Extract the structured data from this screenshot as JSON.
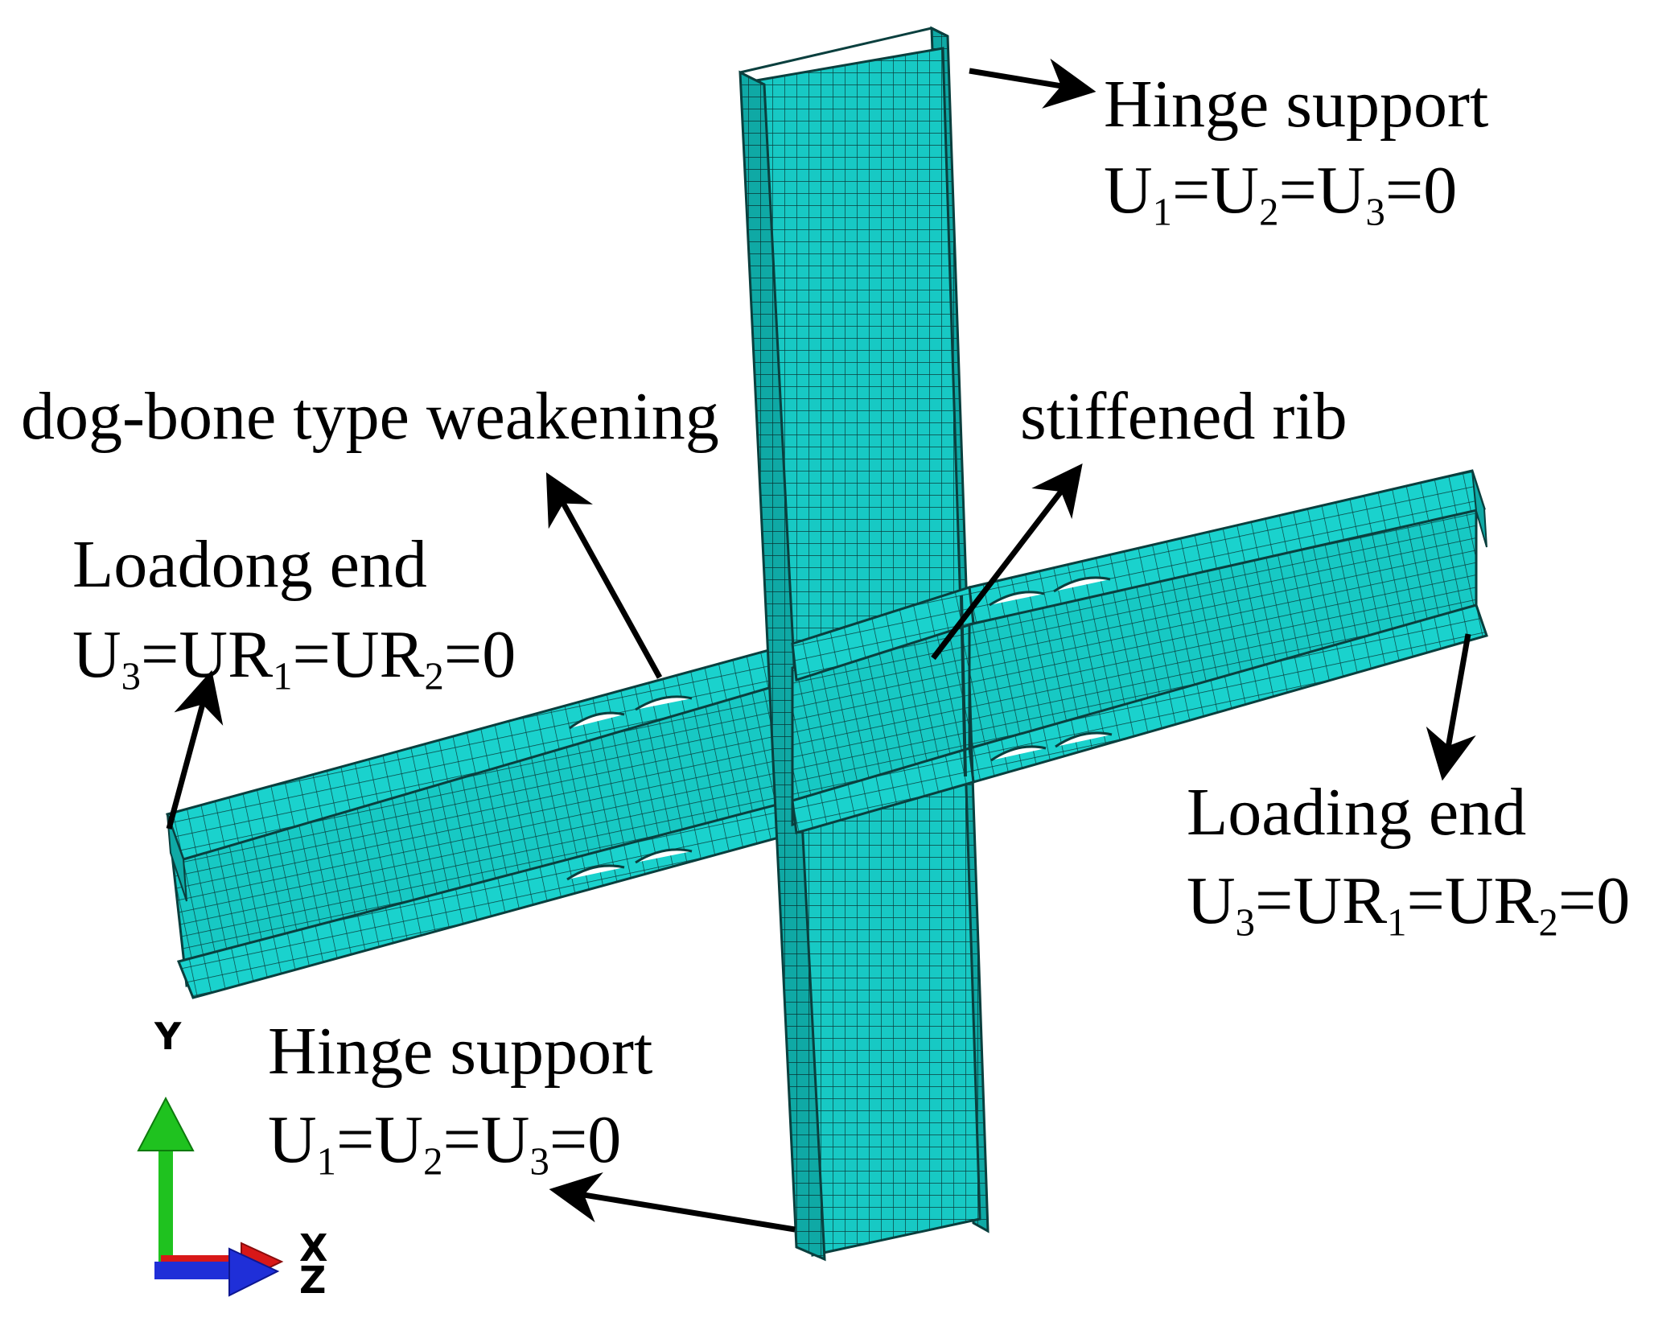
{
  "colors": {
    "mesh_fill": "#17c9c4",
    "mesh_fill_dark": "#0fa9a5",
    "mesh_line": "#0a3f3e",
    "arrow": "#000000",
    "axis_y": "#1fc21f",
    "axis_x": "#d81818",
    "axis_z": "#1f2fd8"
  },
  "labels": {
    "top_hinge": {
      "title": "Hinge support",
      "eq": [
        {
          "t": "U"
        },
        {
          "sub": "1"
        },
        {
          "t": "=U"
        },
        {
          "sub": "2"
        },
        {
          "t": "=U"
        },
        {
          "sub": "3"
        },
        {
          "t": "=0"
        }
      ]
    },
    "dog_bone": "dog-bone type weakening",
    "stiffened_rib": "stiffened rib",
    "left_load": {
      "title": "Loadong end",
      "eq": [
        {
          "t": "U"
        },
        {
          "sub": "3"
        },
        {
          "t": "=UR"
        },
        {
          "sub": "1"
        },
        {
          "t": "=UR"
        },
        {
          "sub": "2"
        },
        {
          "t": "=0"
        }
      ]
    },
    "right_load": {
      "title": "Loading end",
      "eq": [
        {
          "t": "U"
        },
        {
          "sub": "3"
        },
        {
          "t": "=UR"
        },
        {
          "sub": "1"
        },
        {
          "t": "=UR"
        },
        {
          "sub": "2"
        },
        {
          "t": "=0"
        }
      ]
    },
    "bottom_hinge": {
      "title": "Hinge support",
      "eq": [
        {
          "t": "U"
        },
        {
          "sub": "1"
        },
        {
          "t": "=U"
        },
        {
          "sub": "2"
        },
        {
          "t": "=U"
        },
        {
          "sub": "3"
        },
        {
          "t": "=0"
        }
      ]
    }
  },
  "axes": {
    "y": "Y",
    "x": "X",
    "z": "Z"
  },
  "icons": {
    "triad": "coordinate-triad-icon",
    "arrow": "arrow-icon"
  }
}
